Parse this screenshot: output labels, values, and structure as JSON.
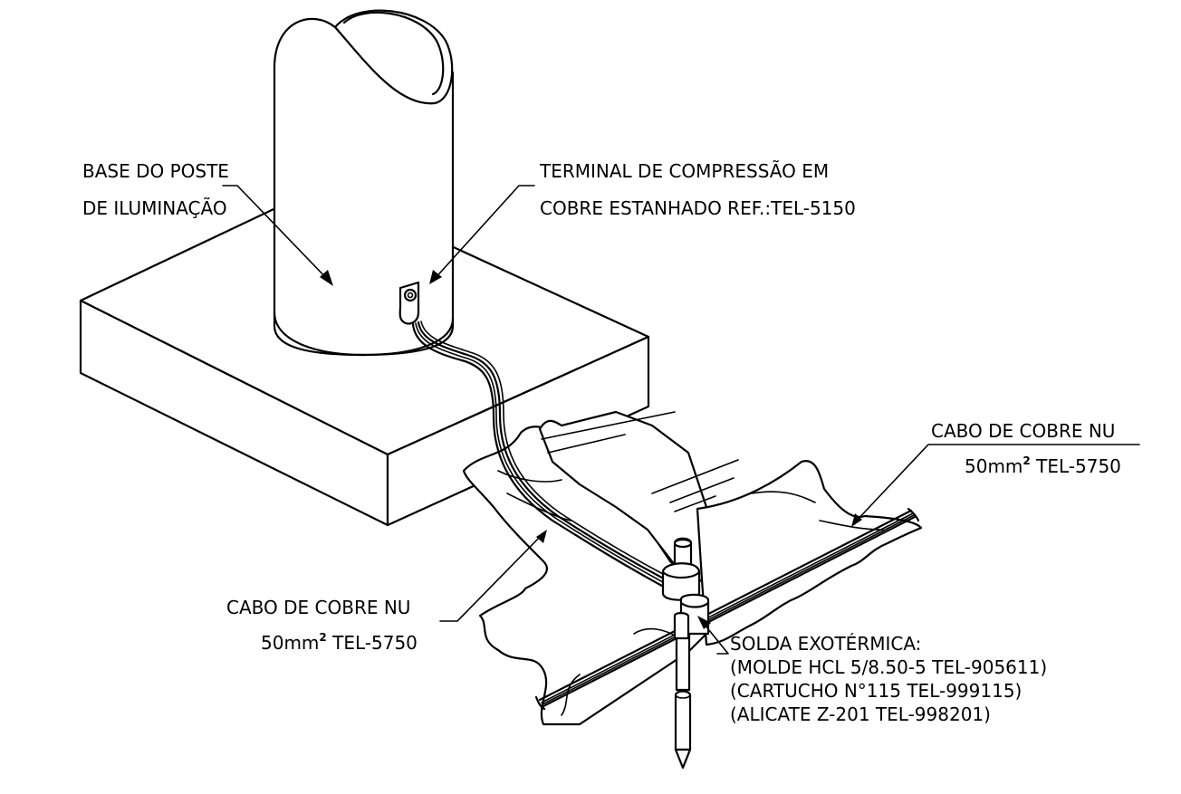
{
  "labels": {
    "pole_base": [
      "BASE DO POSTE",
      "DE ILUMINAÇÃO"
    ],
    "terminal": [
      "TERMINAL DE COMPRESSÃO EM",
      "COBRE ESTANHADO REF.:TEL-5150"
    ],
    "cable_right": {
      "line1": "CABO DE COBRE NU",
      "line2_a": "50mm",
      "line2_sup": "2",
      "line2_b": " TEL-5750"
    },
    "cable_left": {
      "line1": "CABO DE COBRE NU",
      "line2_a": "50mm",
      "line2_sup": "2",
      "line2_b": " TEL-5750"
    },
    "weld": [
      "SOLDA EXOTÉRMICA:",
      "(MOLDE HCL 5/8.50-5 TEL-905611)",
      "(CARTUCHO N°115 TEL-999115)",
      "(ALICATE Z-201 TEL-998201)"
    ]
  }
}
